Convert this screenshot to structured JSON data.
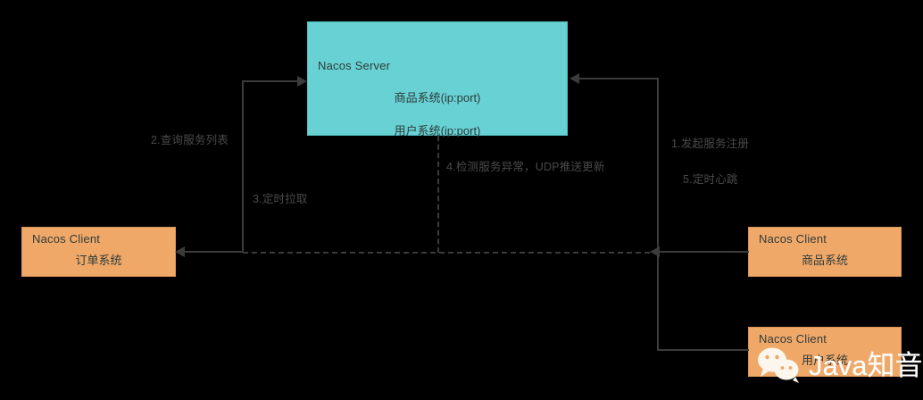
{
  "diagram": {
    "type": "nacos-service-registry-flow",
    "background_color": "#000000",
    "server_color": "#67d1d3",
    "client_color": "#f0a868",
    "line_color": "#3b3b3b",
    "label_color": "#4a4a4a"
  },
  "nodes": {
    "server": {
      "title": "Nacos Server",
      "entries": [
        "商品系统(ip:port)",
        "用户系统(ip:port)"
      ]
    },
    "order_client": {
      "title": "Nacos Client",
      "name": "订单系统"
    },
    "goods_client": {
      "title": "Nacos Client",
      "name": "商品系统"
    },
    "user_client": {
      "title": "Nacos Client",
      "name": "用户系统"
    }
  },
  "edges": [
    {
      "id": "register",
      "label": "1.发起服务注册"
    },
    {
      "id": "query-list",
      "label": "2.查询服务列表"
    },
    {
      "id": "pull",
      "label": "3.定时拉取"
    },
    {
      "id": "udp-push",
      "label": "4.检测服务异常，UDP推送更新"
    },
    {
      "id": "heartbeat",
      "label": "5.定时心跳"
    }
  ],
  "watermark": {
    "text": "Java知音",
    "icon": "wechat-icon"
  }
}
